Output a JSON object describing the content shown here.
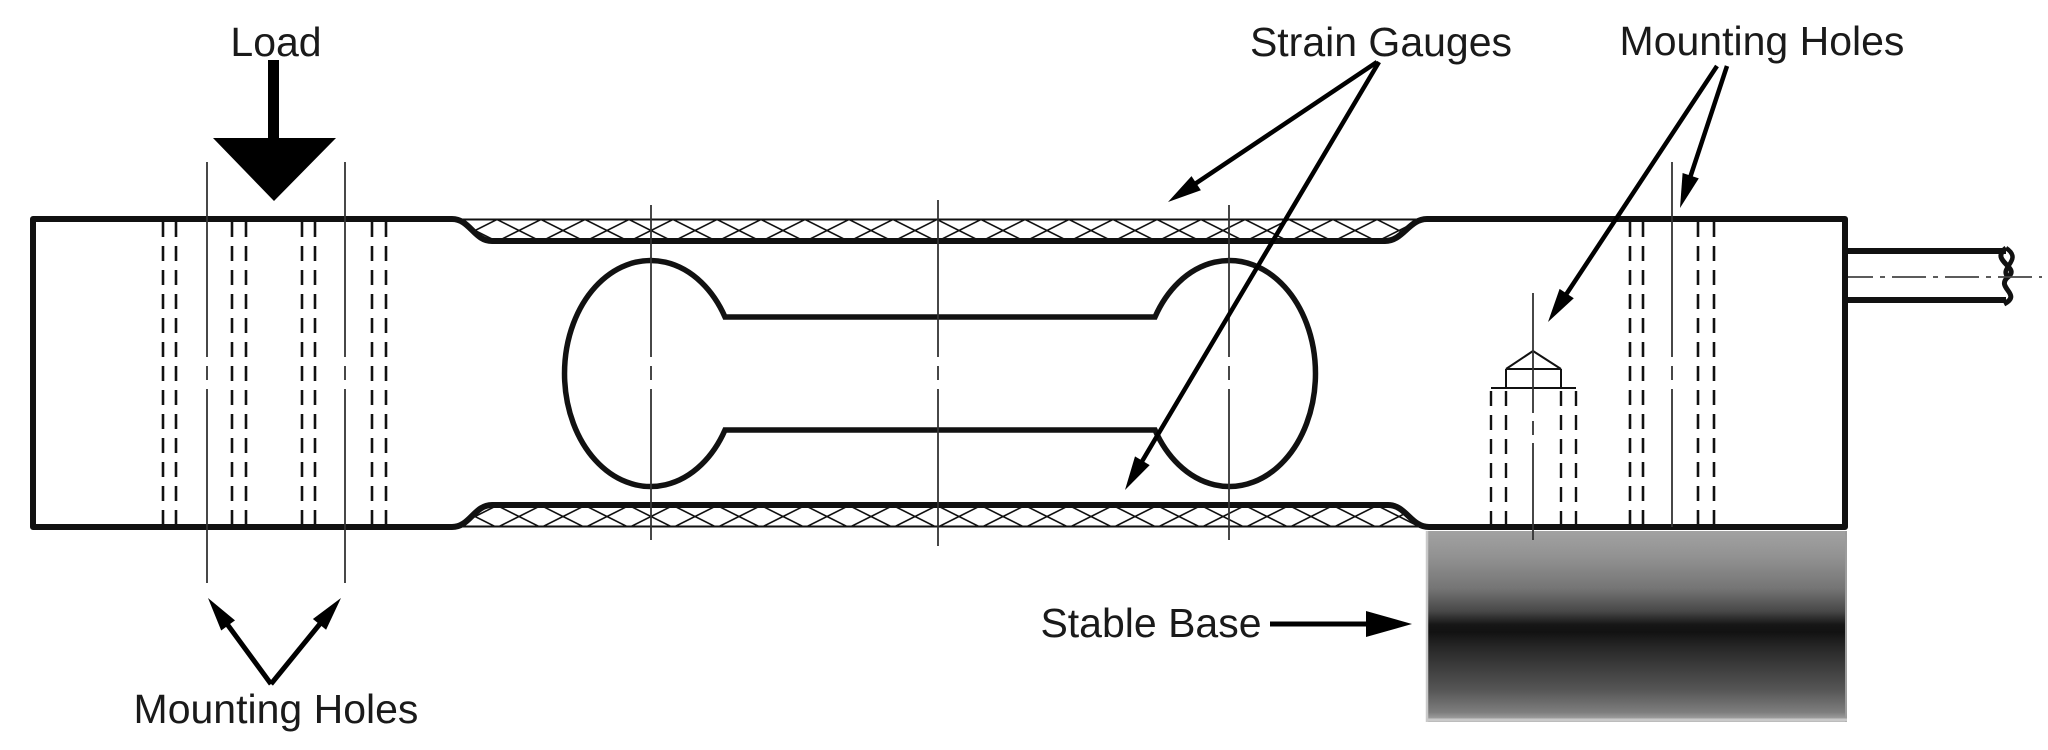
{
  "diagram": {
    "type": "technical-drawing",
    "subject": "single-point strain gauge load cell, side view",
    "labels": {
      "load": "Load",
      "strain_gauges": "Strain Gauges",
      "mounting_holes_top": "Mounting Holes",
      "mounting_holes_bottom": "Mounting Holes",
      "stable_base": "Stable Base"
    },
    "colors": {
      "background": "#ffffff",
      "line": "#111111",
      "centerline": "#333333",
      "hatch": "#111111",
      "base_gradient_top": "#a2a2a2",
      "base_gradient_dark_band": "#121212",
      "base_gradient_bottom": "#b0b0b0",
      "base_edge_highlight": "#c9c9c9"
    }
  }
}
